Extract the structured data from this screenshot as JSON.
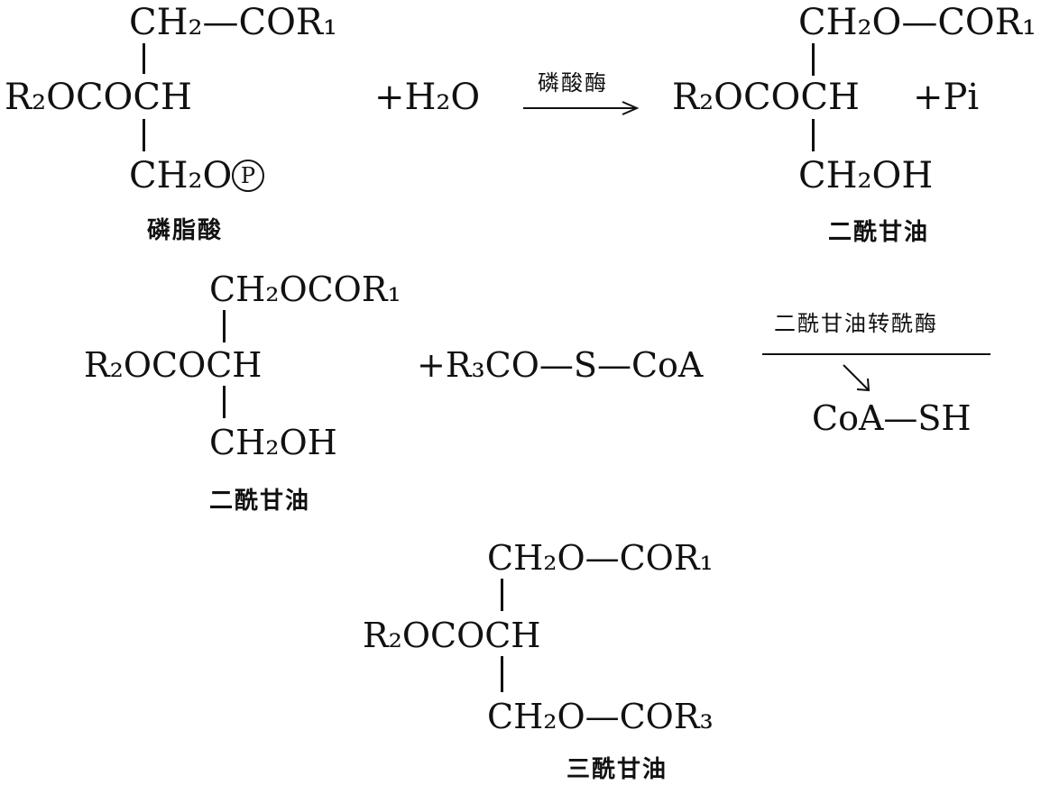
{
  "reaction1": {
    "reactant": {
      "top": "CH₂—COR₁",
      "middle": "R₂OCOCH",
      "bottom": "CH₂O",
      "phosphate_symbol": "P",
      "name": "磷脂酸"
    },
    "plus_water": "+H₂O",
    "enzyme": "磷酸酶",
    "product": {
      "top": "CH₂O—COR₁",
      "middle": "R₂OCOCH",
      "bottom": "CH₂OH",
      "name": "二酰甘油"
    },
    "plus_pi": "+Pi"
  },
  "reaction2": {
    "reactant": {
      "top": "CH₂OCOR₁",
      "middle": "R₂OCOCH",
      "bottom": "CH₂OH",
      "name": "二酰甘油"
    },
    "acyl_coa": "+R₃CO—S—CoA",
    "enzyme": "二酰甘油转酰酶",
    "byproduct": "CoA—SH"
  },
  "product3": {
    "top": "CH₂O—COR₁",
    "middle": "R₂OCOCH",
    "bottom": "CH₂O—COR₃",
    "name": "三酰甘油"
  }
}
